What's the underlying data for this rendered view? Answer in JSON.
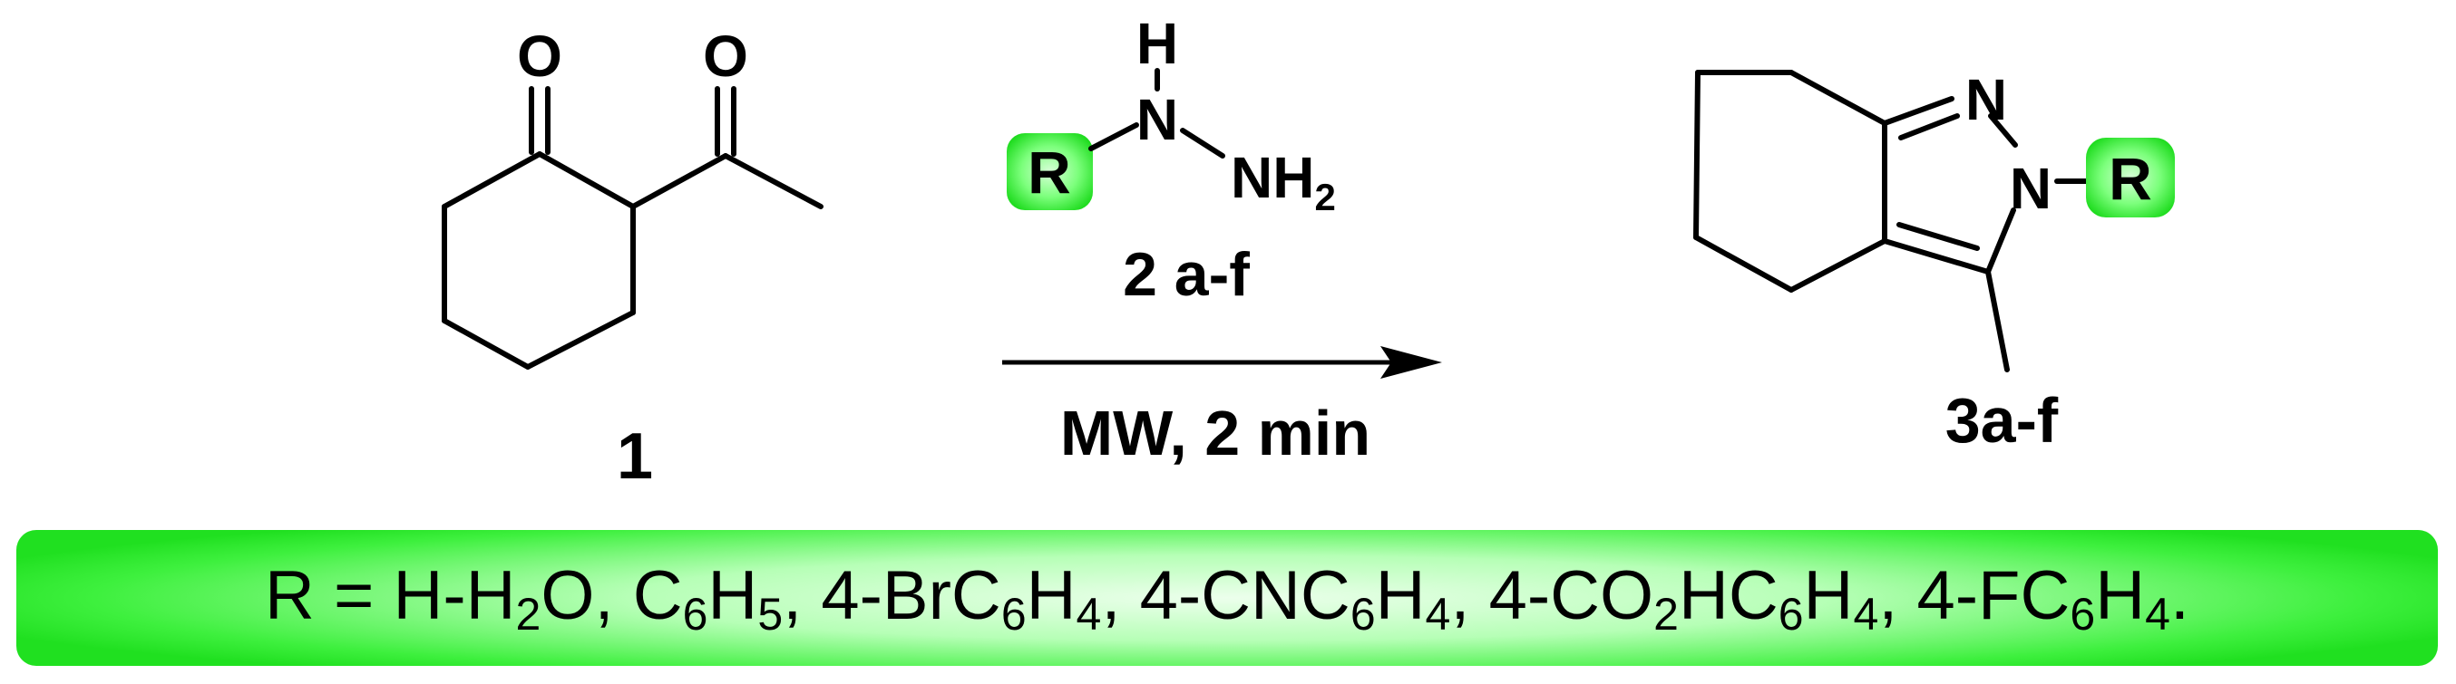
{
  "reactant": {
    "number": "1",
    "carbonyl_labels": [
      "O",
      "O"
    ]
  },
  "reagent": {
    "h_label": "H",
    "n_label": "N",
    "nh2_label": "NH",
    "nh2_subscript": "2",
    "r_label": "R",
    "number": "2 a-f"
  },
  "conditions": "MW, 2 min",
  "product": {
    "number": "3a-f",
    "n1_label": "N",
    "n2_label": "N",
    "r_label": "R"
  },
  "substituents": {
    "prefix": "R = ",
    "items": [
      {
        "parts": [
          {
            "t": "H-H"
          },
          {
            "t": "2",
            "sub": true
          },
          {
            "t": "O"
          }
        ]
      },
      {
        "parts": [
          {
            "t": "C"
          },
          {
            "t": "6",
            "sub": true
          },
          {
            "t": "H"
          },
          {
            "t": "5",
            "sub": true
          }
        ]
      },
      {
        "parts": [
          {
            "t": "4-BrC"
          },
          {
            "t": "6",
            "sub": true
          },
          {
            "t": "H"
          },
          {
            "t": "4",
            "sub": true
          }
        ]
      },
      {
        "parts": [
          {
            "t": "4-CNC"
          },
          {
            "t": "6",
            "sub": true
          },
          {
            "t": "H"
          },
          {
            "t": "4",
            "sub": true
          }
        ]
      },
      {
        "parts": [
          {
            "t": "4-CO"
          },
          {
            "t": "2",
            "sub": true
          },
          {
            "t": "HC"
          },
          {
            "t": "6",
            "sub": true
          },
          {
            "t": "H"
          },
          {
            "t": "4",
            "sub": true
          }
        ]
      },
      {
        "parts": [
          {
            "t": "4-FC"
          },
          {
            "t": "6",
            "sub": true
          },
          {
            "t": "H"
          },
          {
            "t": "4",
            "sub": true
          }
        ]
      }
    ],
    "separator": ", ",
    "terminator": "."
  },
  "colors": {
    "highlight": "#22e622",
    "highlight_glow": "#c8ffc8",
    "bond": "#000000"
  }
}
